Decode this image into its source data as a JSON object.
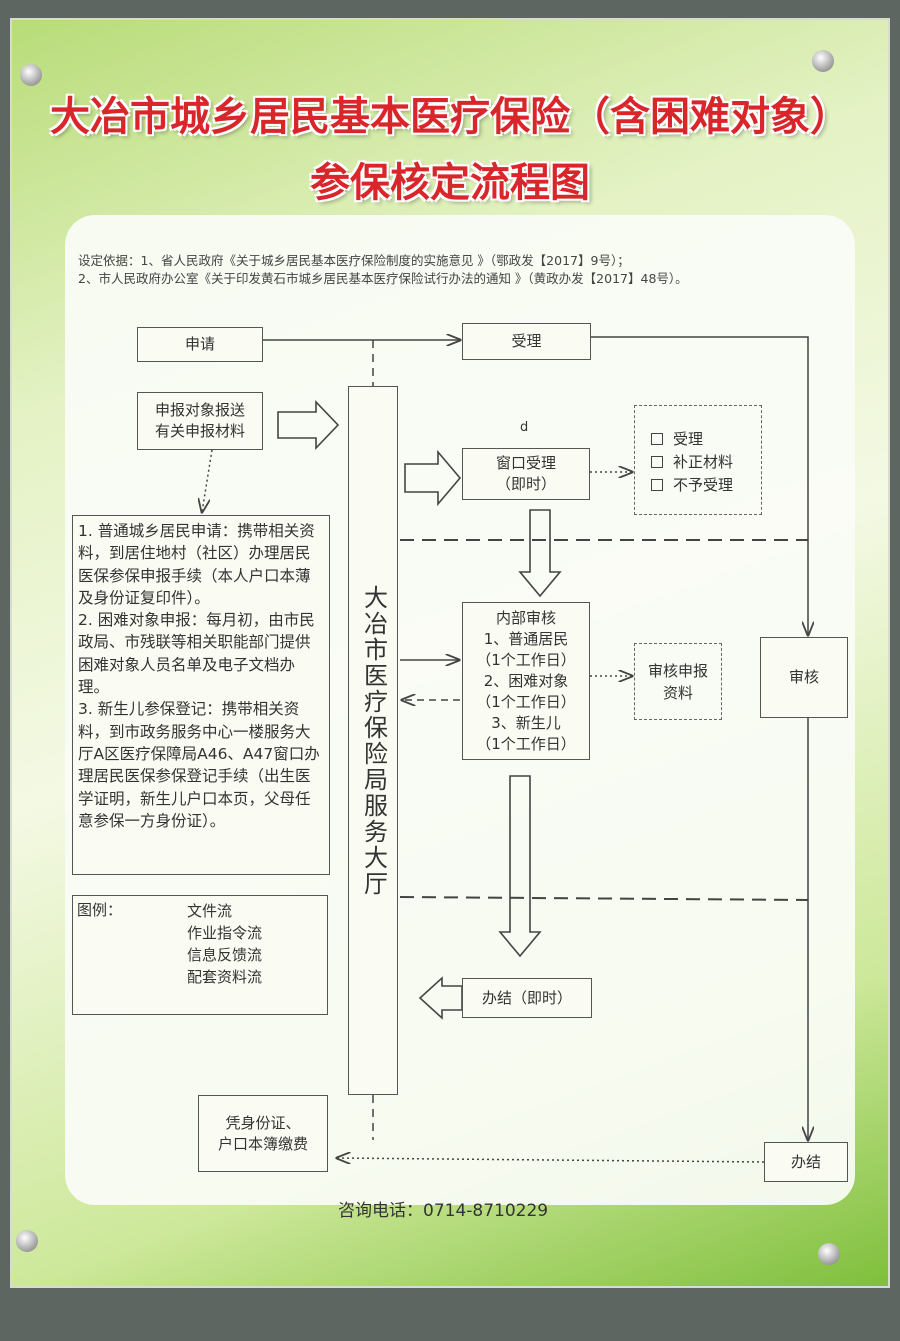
{
  "title": {
    "line1": "大冶市城乡居民基本医疗保险（含困难对象）",
    "line2": "参保核定流程图"
  },
  "basis": {
    "line1": "设定依据：1、省人民政府《关于城乡居民基本医疗保险制度的实施意见 》（鄂政发【2017】9号）；",
    "line2": "2、市人民政府办公室《关于印发黄石市城乡居民基本医疗保险试行办法的通知 》（黄政办发【2017】48号）。"
  },
  "flow": {
    "apply": "申请",
    "accept": "受理",
    "submit": [
      "申报对象报送",
      "有关申报材料"
    ],
    "hall": "大冶市医疗保险局服务大厅",
    "mark": "d",
    "window": [
      "窗口受理",
      "（即时）"
    ],
    "window_options": [
      "受理",
      "补正材料",
      "不予受理"
    ],
    "internal": [
      "内部审核",
      "1、普通居民",
      "（1个工作日）",
      "2、困难对象",
      "（1个工作日）",
      "3、新生儿",
      "（1个工作日）"
    ],
    "review_docs": [
      "审核申报",
      "资料"
    ],
    "review": "审核",
    "finish_now": "办结（即时）",
    "pay": [
      "凭身份证、",
      "户口本簿缴费"
    ],
    "finish": "办结"
  },
  "instructions": [
    "1. 普通城乡居民申请：携带相关资料，到居住地村（社区）办理居民医保参保申报手续（本人户口本薄及身份证复印件）。",
    "2. 困难对象申报：每月初，由市民政局、市残联等相关职能部门提供困难对象人员名单及电子文档办理。",
    "3. 新生儿参保登记：携带相关资料，到市政务服务中心一楼服务大厅A区医疗保障局A46、A47窗口办理居民医保参保登记手续（出生医学证明，新生儿户口本页，父母任意参保一方身份证）。"
  ],
  "legend": {
    "label": "图例：",
    "items": [
      "文件流",
      "作业指令流",
      "信息反馈流",
      "配套资料流"
    ]
  },
  "phone": "咨询电话：0714-8710229",
  "colors": {
    "title": "#d8262a",
    "accent": "#7fbf3c"
  }
}
